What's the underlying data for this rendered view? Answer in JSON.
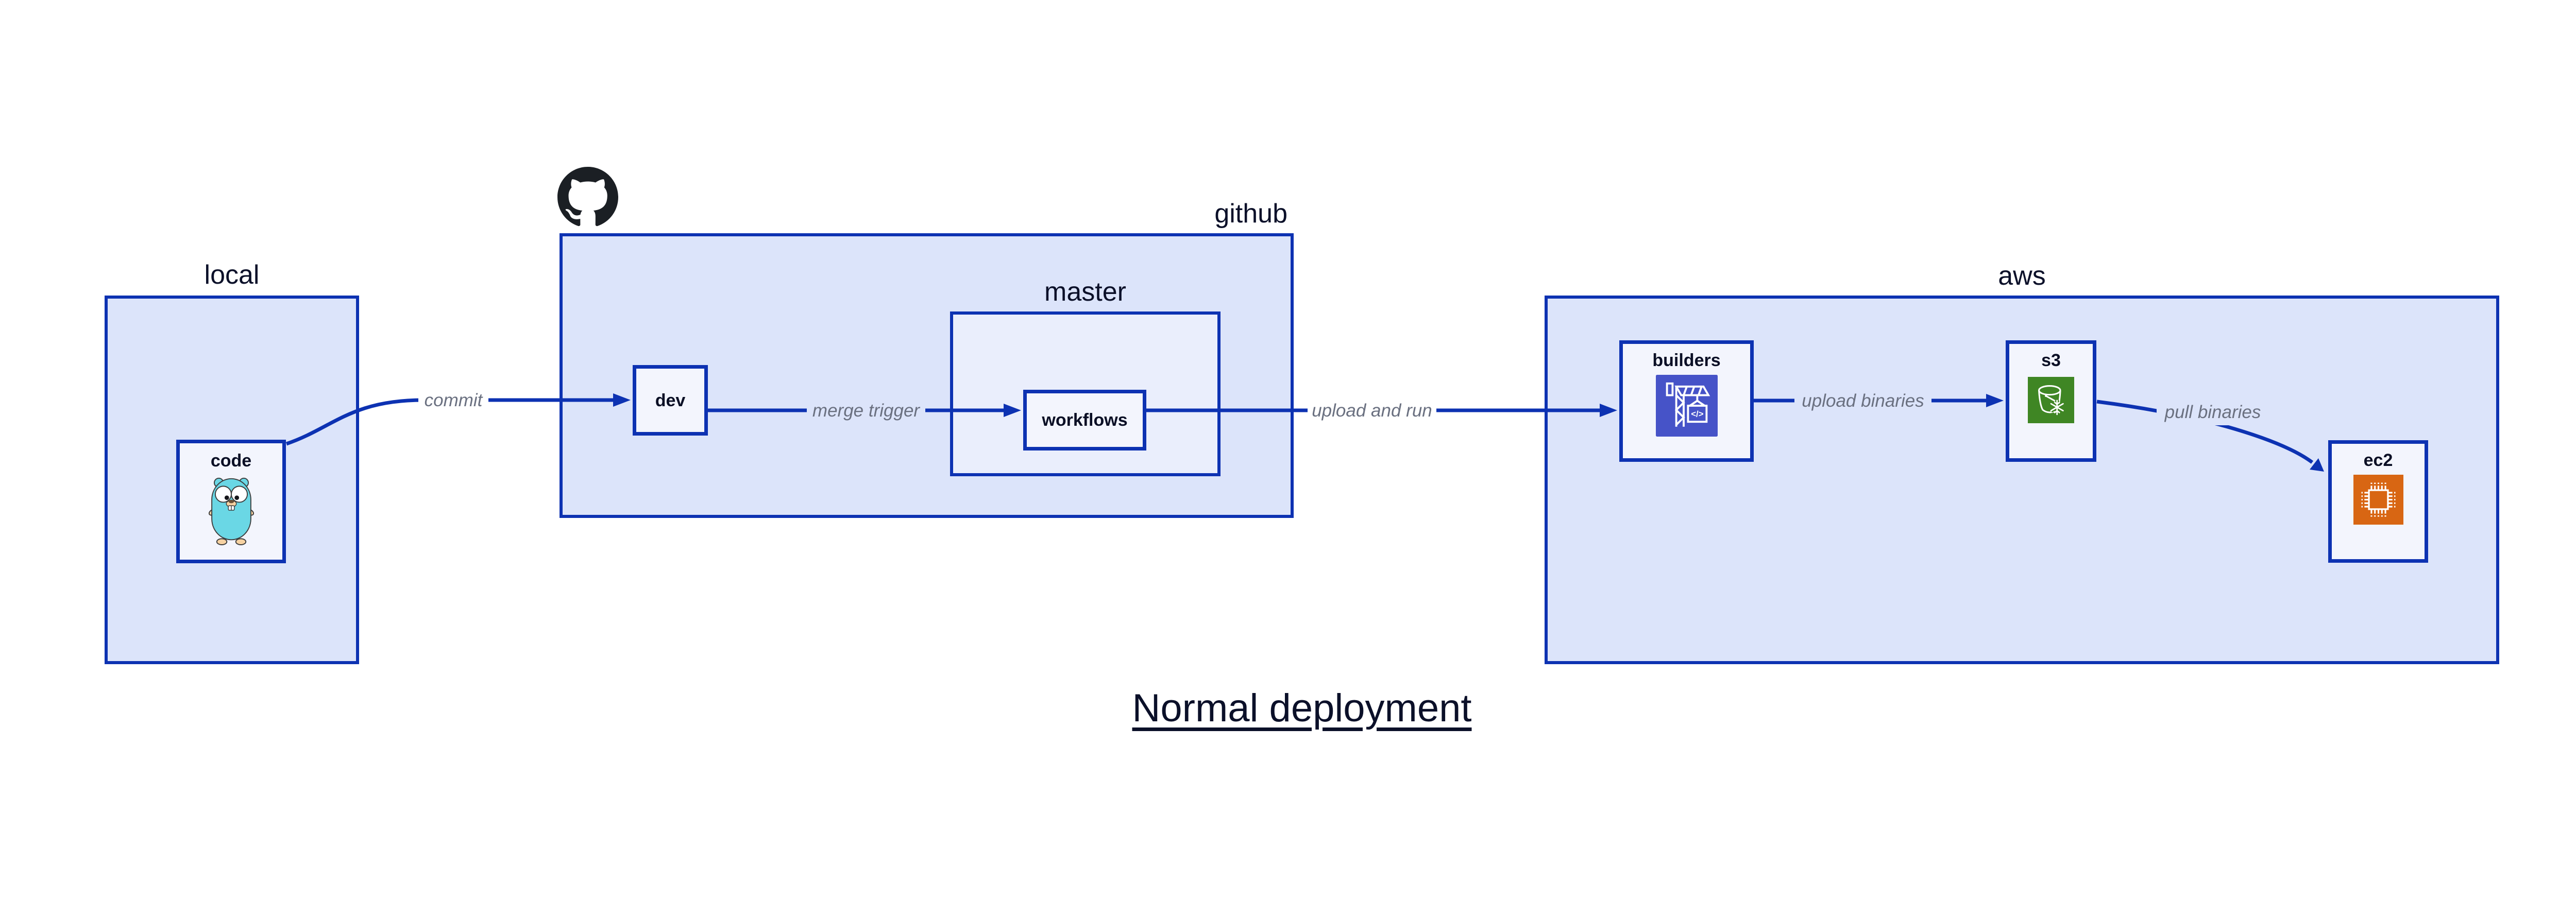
{
  "title": "Normal deployment",
  "containers": {
    "local": {
      "label": "local"
    },
    "github": {
      "label": "github"
    },
    "master": {
      "label": "master"
    },
    "aws": {
      "label": "aws"
    }
  },
  "nodes": {
    "code": {
      "label": "code"
    },
    "dev": {
      "label": "dev"
    },
    "workflows": {
      "label": "workflows"
    },
    "builders": {
      "label": "builders"
    },
    "s3": {
      "label": "s3"
    },
    "ec2": {
      "label": "ec2"
    }
  },
  "edges": [
    {
      "label": "commit",
      "from": "code",
      "to": "dev"
    },
    {
      "label": "merge trigger",
      "from": "dev",
      "to": "workflows"
    },
    {
      "label": "upload and run",
      "from": "workflows",
      "to": "builders"
    },
    {
      "label": "upload binaries",
      "from": "builders",
      "to": "s3"
    },
    {
      "label": "pull binaries",
      "from": "s3",
      "to": "ec2"
    }
  ],
  "icons": {
    "octocat": {
      "name": "github-octocat-icon",
      "color": "#1b1f24"
    },
    "gopher": {
      "name": "go-gopher-icon",
      "body_color": "#6AD7E5",
      "skin_color": "#F6D2A2"
    },
    "codebuild": {
      "name": "crane-codebuild-icon",
      "bg": "#4653C8",
      "glyph": "</>"
    },
    "s3": {
      "name": "s3-bucket-snowflake-icon",
      "bg": "#3F8624"
    },
    "ec2": {
      "name": "ec2-chip-icon",
      "bg": "#D86613"
    }
  },
  "colors": {
    "background": "#ffffff",
    "accent_blue": "#0d32b2",
    "container_fill": "#dce4fa",
    "nested_container_fill": "#eaeefc",
    "node_fill": "#f3f5fd",
    "edge_label_gray": "#6a7080",
    "text_navy": "#0b1029"
  }
}
